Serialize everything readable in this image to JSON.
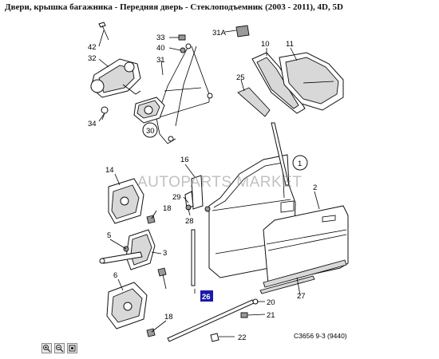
{
  "title": "Двери, крышка багажника - Передняя дверь - Стеклоподъемник  (2003 - 2011), 4D, 5D",
  "watermark": "AUTOPARTS MARKET",
  "figure_ref": "C3656 9-3 (9440)",
  "highlight_color": "#1a1aa8",
  "callouts": {
    "c42": "42",
    "c32": "32",
    "c34": "34",
    "c33": "33",
    "c40": "40",
    "c31": "31",
    "c30": "30",
    "c31A": "31A",
    "c10": "10",
    "c11": "11",
    "c25": "25",
    "c1": "1",
    "c2": "2",
    "c14": "14",
    "c16": "16",
    "c18a": "18",
    "c29": "29",
    "c28": "28",
    "c5": "5",
    "c3": "3",
    "c6": "6",
    "c26": "26",
    "c27": "27",
    "c20": "20",
    "c21": "21",
    "c22": "22",
    "c18b": "18"
  },
  "toolbar": {
    "zoom_in": "zoom-in-icon",
    "zoom_out": "zoom-out-icon",
    "reset": "zoom-reset-icon"
  }
}
